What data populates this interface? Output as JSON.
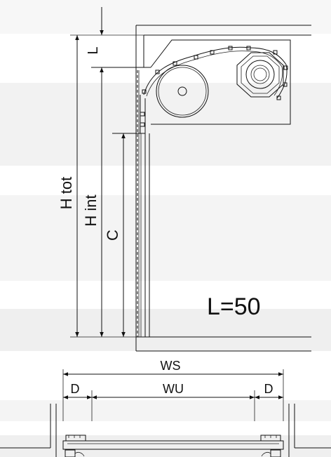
{
  "labels": {
    "dim_l": "L",
    "dim_h_tot": "H tot",
    "dim_h_int": "H int",
    "dim_c": "C",
    "spec": "L=50",
    "dim_ws": "WS",
    "dim_wu": "WU",
    "dim_d_left": "D",
    "dim_d_right": "D"
  },
  "colors": {
    "band_light": "#f4f4f4",
    "band_mid": "#ececec",
    "line": "#111111"
  }
}
